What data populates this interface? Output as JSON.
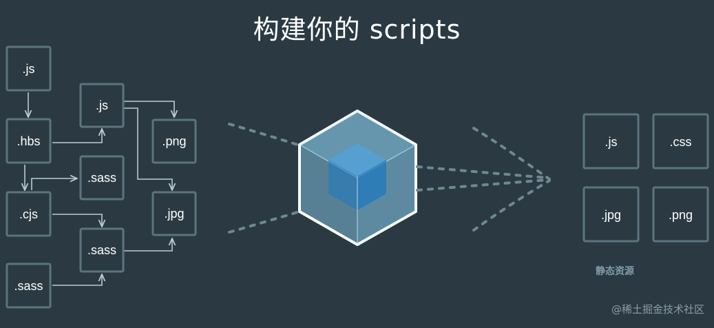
{
  "title": "构建你的 scripts",
  "diagram": {
    "modules": [
      {
        "id": "m1",
        "label": ".js"
      },
      {
        "id": "m2",
        "label": ".hbs"
      },
      {
        "id": "m3",
        "label": ".cjs"
      },
      {
        "id": "m4",
        "label": ".sass"
      },
      {
        "id": "m5",
        "label": ".js"
      },
      {
        "id": "m6",
        "label": ".sass"
      },
      {
        "id": "m7",
        "label": ".sass"
      },
      {
        "id": "m8",
        "label": ".png"
      },
      {
        "id": "m9",
        "label": ".jpg"
      }
    ],
    "dependencies": [
      {
        "from": "m1",
        "to": "m2"
      },
      {
        "from": "m2",
        "to": "m3"
      },
      {
        "from": "m2",
        "to": "m5"
      },
      {
        "from": "m5",
        "to": "m8"
      },
      {
        "from": "m5",
        "to": "m9"
      },
      {
        "from": "m3",
        "to": "m6"
      },
      {
        "from": "m3",
        "to": "m7"
      },
      {
        "from": "m7",
        "to": "m9"
      },
      {
        "from": "m4",
        "to": "m7"
      }
    ],
    "bundler_icon": "webpack-cube-icon",
    "outputs": [
      ".js",
      ".css",
      ".jpg",
      ".png"
    ],
    "output_caption": "静态资源"
  },
  "watermark": "@稀土掘金技术社区",
  "colors": {
    "background": "#2b3a42",
    "box_stroke": "#5c7480",
    "arrow": "#b9ccd6",
    "cube_outer": "#8ed6fb",
    "cube_inner": "#1c78c0"
  }
}
